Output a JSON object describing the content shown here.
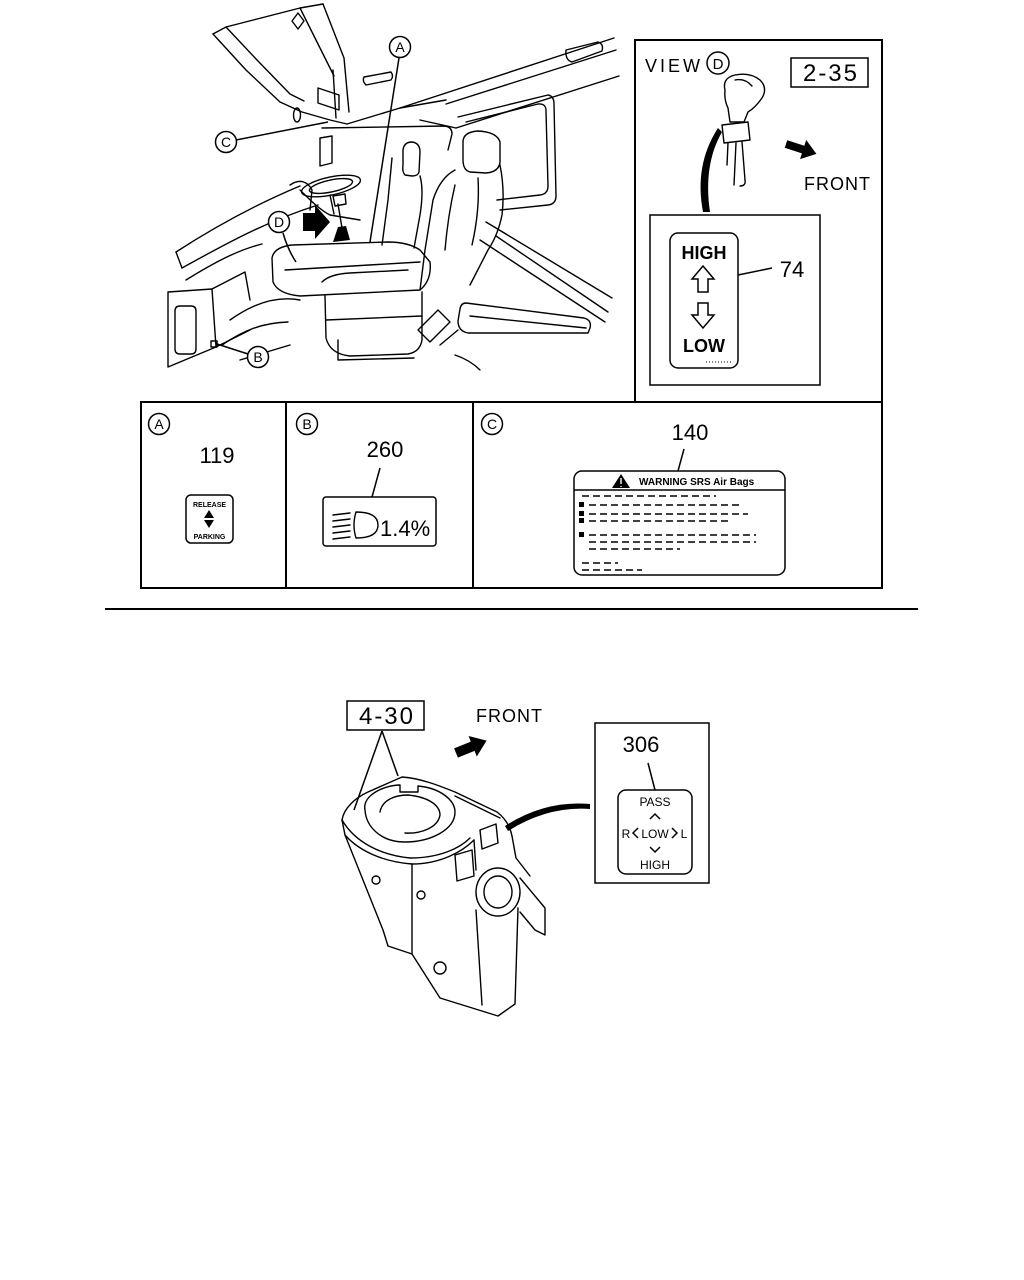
{
  "cab_view": {
    "callouts": {
      "a": "A",
      "b": "B",
      "c": "C",
      "d": "D"
    }
  },
  "view_d": {
    "title": "VIEW",
    "view_letter": "D",
    "ref": "2-35",
    "direction": "FRONT",
    "part_no": "74",
    "label": {
      "top": "HIGH",
      "bottom": "LOW"
    }
  },
  "detail_panels": [
    {
      "letter": "A",
      "part_no": "119",
      "label": {
        "top": "RELEASE",
        "bottom": "PARKING"
      }
    },
    {
      "letter": "B",
      "part_no": "260",
      "label": {
        "text": "1.4%",
        "icon": "headlight-icon"
      }
    },
    {
      "letter": "C",
      "part_no": "140",
      "label": {
        "header": "WARNING SRS Air Bags",
        "icon": "warning-triangle-icon"
      }
    }
  ],
  "lower_view": {
    "ref": "4-30",
    "direction": "FRONT",
    "part_no": "306",
    "label": {
      "top": "PASS",
      "left": "R",
      "center": "LOW",
      "right": "L",
      "bottom": "HIGH"
    }
  }
}
